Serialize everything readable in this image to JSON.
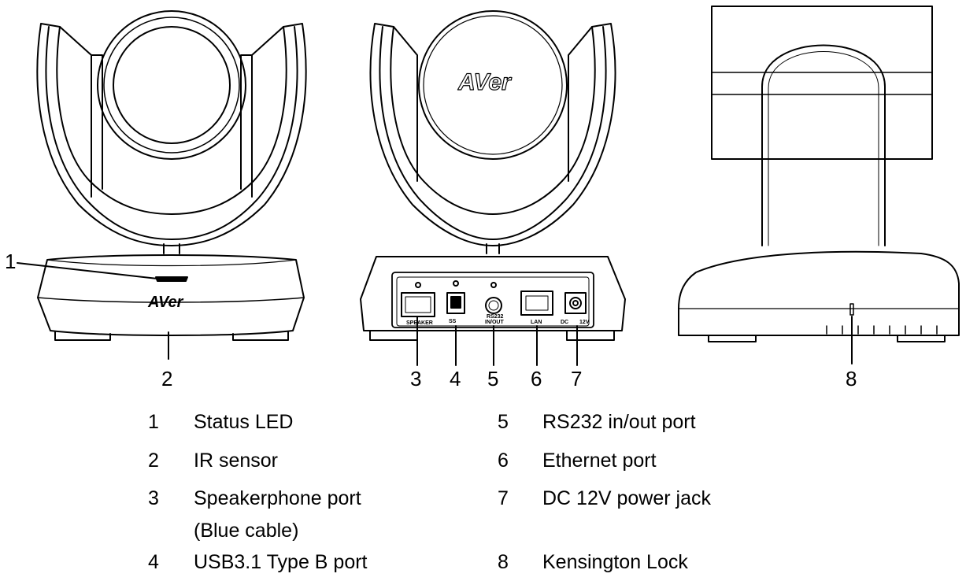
{
  "brand": "AVer",
  "front_view": {
    "callouts": [
      "1",
      "2"
    ]
  },
  "rear_view": {
    "callouts": [
      "3",
      "4",
      "5",
      "6",
      "7"
    ],
    "port_labels": {
      "speaker": "SPEAKER",
      "usb": "SS",
      "rs232_line1": "RS232",
      "rs232_line2": "IN/OUT",
      "lan": "LAN",
      "dc": "DC",
      "dc_volt": "12V"
    }
  },
  "side_view": {
    "callouts": [
      "8"
    ]
  },
  "legend": [
    {
      "num": "1",
      "text": "Status LED"
    },
    {
      "num": "2",
      "text": "IR sensor"
    },
    {
      "num": "3",
      "text": "Speakerphone port",
      "text2": "(Blue cable)"
    },
    {
      "num": "4",
      "text": "USB3.1 Type B port"
    },
    {
      "num": "5",
      "text": "RS232 in/out port"
    },
    {
      "num": "6",
      "text": "Ethernet port"
    },
    {
      "num": "7",
      "text": "DC 12V power jack"
    },
    {
      "num": "8",
      "text": "Kensington Lock"
    }
  ]
}
